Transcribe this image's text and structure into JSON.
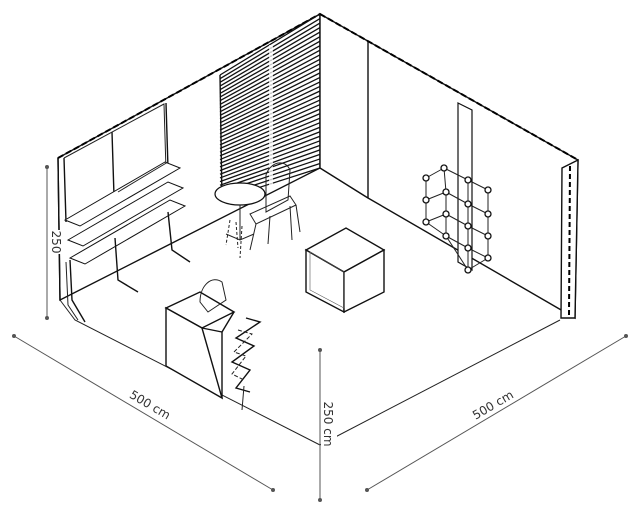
{
  "dimensions": {
    "left_depth": "500 cm",
    "right_width": "500 cm",
    "front_height": "250 cm",
    "side_height": "250"
  },
  "colors": {
    "line": "#111111",
    "dimension_line": "#555555",
    "background": "#ffffff"
  }
}
